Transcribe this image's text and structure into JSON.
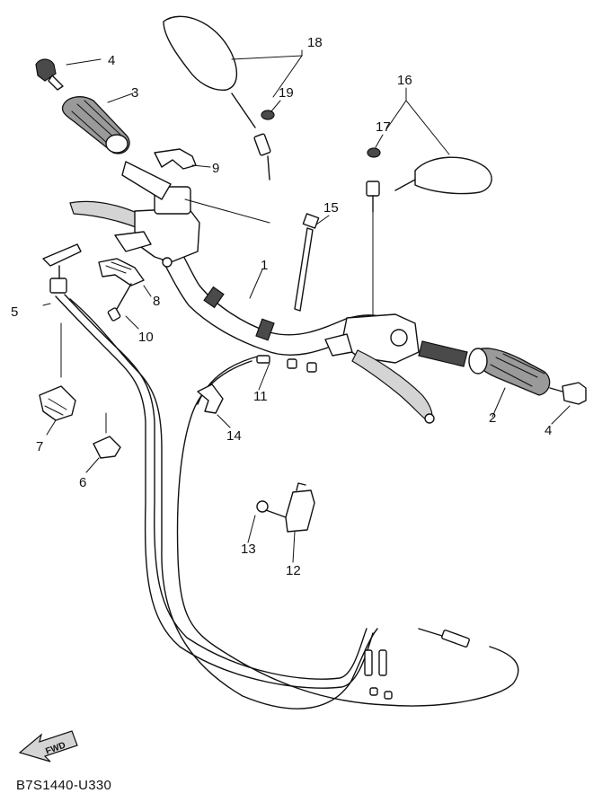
{
  "diagram_code": "B7S1440-U330",
  "fwd_label": "FWD",
  "callouts": [
    {
      "id": "c1",
      "label": "1"
    },
    {
      "id": "c2",
      "label": "2"
    },
    {
      "id": "c3",
      "label": "3"
    },
    {
      "id": "c4a",
      "label": "4"
    },
    {
      "id": "c4b",
      "label": "4"
    },
    {
      "id": "c5",
      "label": "5"
    },
    {
      "id": "c6",
      "label": "6"
    },
    {
      "id": "c7",
      "label": "7"
    },
    {
      "id": "c8",
      "label": "8"
    },
    {
      "id": "c9",
      "label": "9"
    },
    {
      "id": "c10",
      "label": "10"
    },
    {
      "id": "c11",
      "label": "11"
    },
    {
      "id": "c12",
      "label": "12"
    },
    {
      "id": "c13",
      "label": "13"
    },
    {
      "id": "c14",
      "label": "14"
    },
    {
      "id": "c15",
      "label": "15"
    },
    {
      "id": "c16",
      "label": "16"
    },
    {
      "id": "c17",
      "label": "17"
    },
    {
      "id": "c18",
      "label": "18"
    },
    {
      "id": "c19",
      "label": "19"
    }
  ]
}
